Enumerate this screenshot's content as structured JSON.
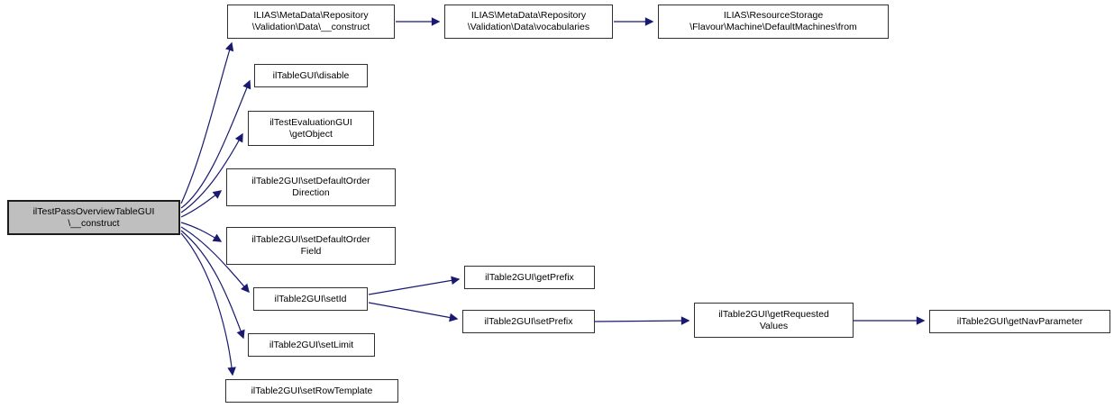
{
  "diagram": {
    "type": "call-graph",
    "colors": {
      "background": "#ffffff",
      "edge": "#191970",
      "node_border": "#303030",
      "node_fill": "#ffffff",
      "root_node_fill": "#bfbfbf",
      "text": "#000000"
    },
    "nodes": {
      "root": {
        "line1": "ilTestPassOverviewTableGUI",
        "line2": "\\__construct"
      },
      "md_construct": {
        "line1": "ILIAS\\MetaData\\Repository",
        "line2": "\\Validation\\Data\\__construct"
      },
      "md_vocabularies": {
        "line1": "ILIAS\\MetaData\\Repository",
        "line2": "\\Validation\\Data\\vocabularies"
      },
      "rs_from": {
        "line1": "ILIAS\\ResourceStorage",
        "line2": "\\Flavour\\Machine\\DefaultMachines\\from"
      },
      "disable": {
        "line1": "ilTableGUI\\disable"
      },
      "get_object": {
        "line1": "ilTestEvaluationGUI",
        "line2": "\\getObject"
      },
      "set_default_order_direction": {
        "line1": "ilTable2GUI\\setDefaultOrder",
        "line2": "Direction"
      },
      "set_default_order_field": {
        "line1": "ilTable2GUI\\setDefaultOrder",
        "line2": "Field"
      },
      "set_id": {
        "line1": "ilTable2GUI\\setId"
      },
      "set_limit": {
        "line1": "ilTable2GUI\\setLimit"
      },
      "set_row_template": {
        "line1": "ilTable2GUI\\setRowTemplate"
      },
      "get_prefix": {
        "line1": "ilTable2GUI\\getPrefix"
      },
      "set_prefix": {
        "line1": "ilTable2GUI\\setPrefix"
      },
      "get_requested_values": {
        "line1": "ilTable2GUI\\getRequested",
        "line2": "Values"
      },
      "get_nav_parameter": {
        "line1": "ilTable2GUI\\getNavParameter"
      }
    },
    "edges": [
      {
        "from": "root",
        "to": "md_construct"
      },
      {
        "from": "root",
        "to": "disable"
      },
      {
        "from": "root",
        "to": "get_object"
      },
      {
        "from": "root",
        "to": "set_default_order_direction"
      },
      {
        "from": "root",
        "to": "set_default_order_field"
      },
      {
        "from": "root",
        "to": "set_id"
      },
      {
        "from": "root",
        "to": "set_limit"
      },
      {
        "from": "root",
        "to": "set_row_template"
      },
      {
        "from": "md_construct",
        "to": "md_vocabularies"
      },
      {
        "from": "md_vocabularies",
        "to": "rs_from"
      },
      {
        "from": "set_id",
        "to": "get_prefix"
      },
      {
        "from": "set_id",
        "to": "set_prefix"
      },
      {
        "from": "set_prefix",
        "to": "get_requested_values"
      },
      {
        "from": "get_requested_values",
        "to": "get_nav_parameter"
      }
    ]
  }
}
